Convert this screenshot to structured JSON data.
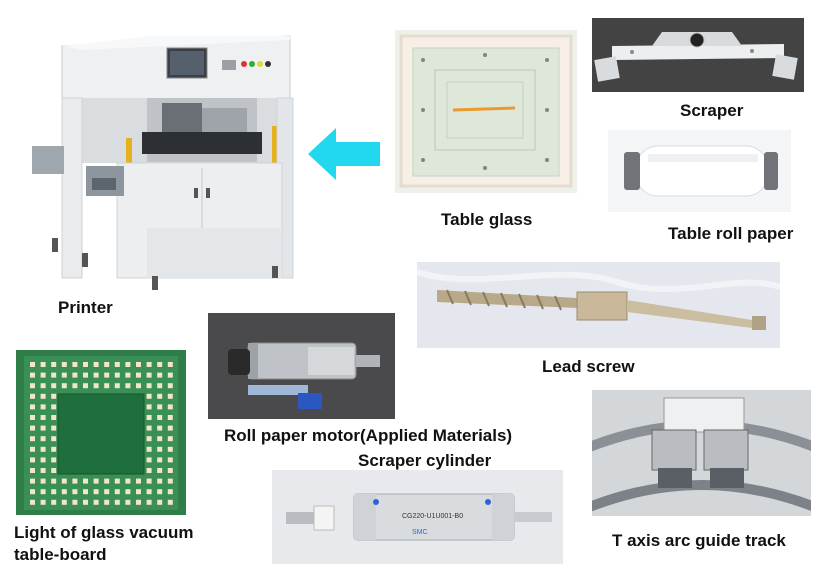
{
  "labels": {
    "printer": "Printer",
    "table_glass": "Table glass",
    "scraper": "Scraper",
    "table_roll_paper": "Table roll paper",
    "lead_screw": "Lead screw",
    "roll_paper_motor": "Roll paper motor(Applied Materials)",
    "scraper_cylinder": "Scraper cylinder",
    "light_board_line1": "Light of glass vacuum",
    "light_board_line2": "table-board",
    "t_axis_track": "T axis arc guide track"
  },
  "photo_text": {
    "cylinder_model": "CG220-U1U001-B0",
    "cylinder_brand": "SMC"
  },
  "colors": {
    "arrow": "#22d8ee",
    "label_text": "#111111"
  }
}
